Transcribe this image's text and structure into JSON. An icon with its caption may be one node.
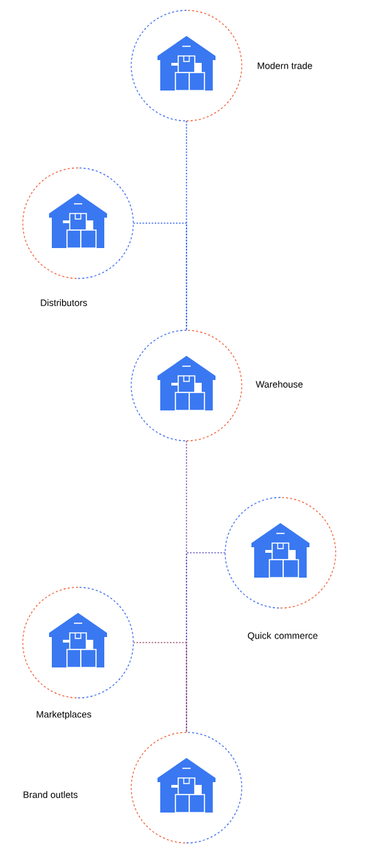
{
  "diagram": {
    "nodes": [
      {
        "text": [
          "Modern trade"
        ]
      },
      {
        "text": [
          "Distributors"
        ]
      },
      {
        "text": [
          "Warehouse"
        ]
      },
      {
        "text": [
          "Quick commerce"
        ]
      },
      {
        "text": [
          "Marketplaces"
        ]
      },
      {
        "text": [
          "Brand outlets"
        ]
      }
    ],
    "edges": [
      {
        "from": 0,
        "to": 2,
        "arrow": "none"
      },
      {
        "from": 1,
        "to": 2,
        "arrow": "none"
      },
      {
        "from": 2,
        "to": 5,
        "arrow": "none",
        "color": "#8a5fa8"
      },
      {
        "from": 3,
        "to": 5,
        "arrow": "none",
        "color": "#6a62c8"
      },
      {
        "from": 4,
        "to": 5,
        "arrow": "none",
        "color": "#a85a78"
      }
    ]
  }
}
